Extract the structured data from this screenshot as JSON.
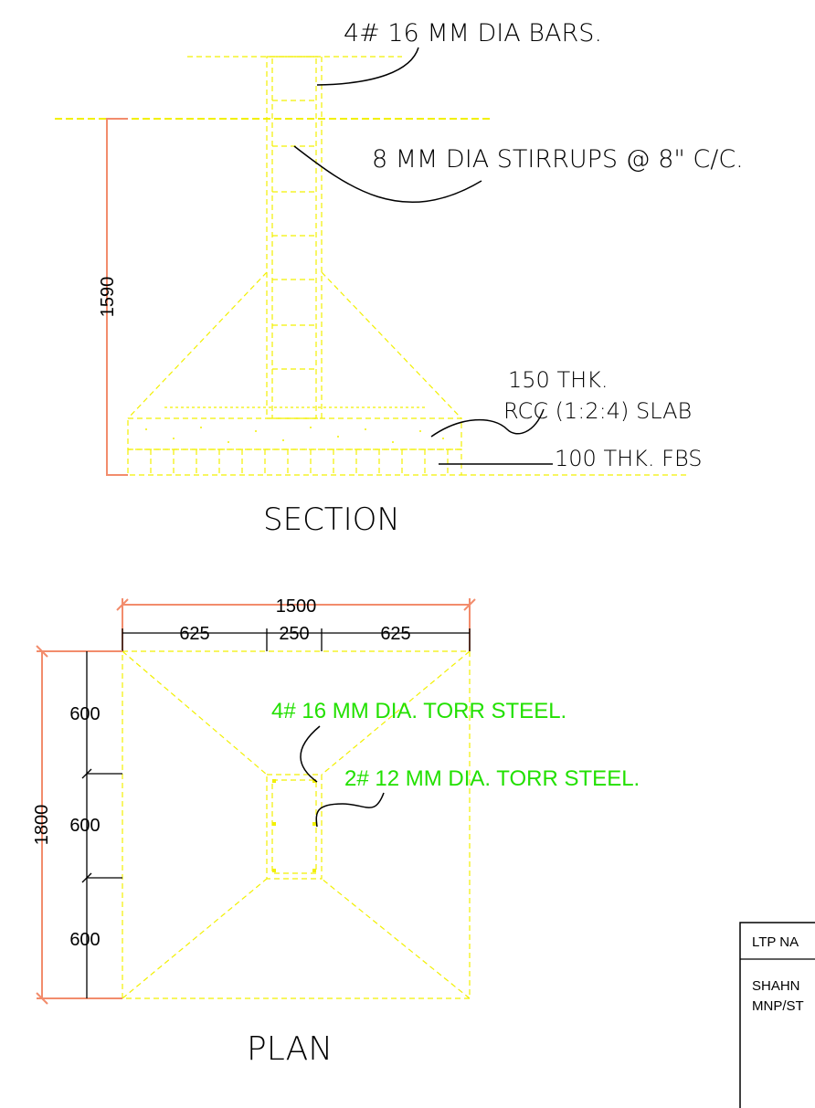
{
  "section": {
    "title": "SECTION",
    "callouts": {
      "bars": "4# 16 MM DIA BARS.",
      "stirrups": "8 MM DIA STIRRUPS @ 8\" C/C.",
      "slab_thk": "150 THK.",
      "slab": "RCC (1:2:4) SLAB",
      "fbs": "100 THK. FBS"
    },
    "dim_height": "1590"
  },
  "plan": {
    "title": "PLAN",
    "dim_total_width": "1500",
    "dim_widths": [
      "625",
      "250",
      "625"
    ],
    "dim_total_height": "1800",
    "dim_heights": [
      "600",
      "600",
      "600"
    ],
    "callouts": {
      "steel_16": "4# 16 MM DIA. TORR STEEL.",
      "steel_12": "2# 12 MM DIA. TORR STEEL."
    }
  },
  "title_block": {
    "heading": "LTP NA",
    "line1": "SHAHN",
    "line2": "MNP/ST"
  },
  "colors": {
    "concrete_lines": "#f2f000",
    "dimension_lines": "#f28c6c",
    "steel_labels": "#22e000"
  }
}
